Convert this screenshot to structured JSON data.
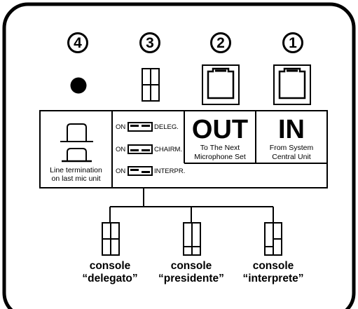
{
  "connectors": {
    "n4": "4",
    "n3": "3",
    "n2": "2",
    "n1": "1"
  },
  "panel": {
    "out_title": "OUT",
    "out_line1": "To The Next",
    "out_line2": "Microphone Set",
    "in_title": "IN",
    "in_line1": "From System",
    "in_line2": "Central Unit",
    "term_line1": "Line termination",
    "term_line2": "on last mic unit"
  },
  "switches": [
    {
      "on": "ON",
      "label": "DELEG."
    },
    {
      "on": "ON",
      "label": "CHAIRM."
    },
    {
      "on": "ON",
      "label": "INTERPR."
    }
  ],
  "consoles": [
    {
      "line1": "console",
      "line2": "“delegato”"
    },
    {
      "line1": "console",
      "line2": "“presidente”"
    },
    {
      "line1": "console",
      "line2": "“interprete”"
    }
  ]
}
